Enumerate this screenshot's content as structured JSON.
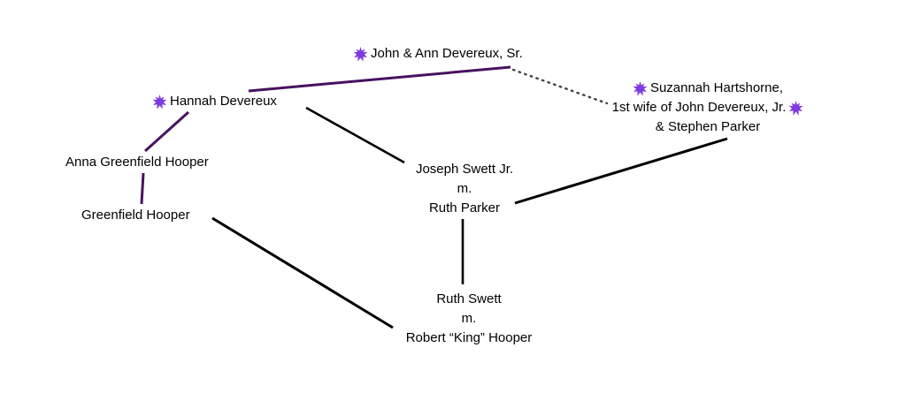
{
  "colors": {
    "leaf": "#7d3be0",
    "edge_purple": "#47125f",
    "edge_black": "#000000",
    "edge_dotted": "#444444"
  },
  "nodes": {
    "john_ann": {
      "label": "John & Ann Devereux, Sr."
    },
    "hannah": {
      "label": "Hannah Devereux"
    },
    "suzannah": {
      "line1": "Suzannah Hartshorne,",
      "line2": "1st wife of John Devereux, Jr.",
      "line3": "& Stephen Parker"
    },
    "anna": {
      "label": "Anna Greenfield Hooper"
    },
    "joseph": {
      "line1": "Joseph Swett Jr.",
      "line2": "m.",
      "line3": "Ruth Parker"
    },
    "greenfield": {
      "label": "Greenfield Hooper"
    },
    "ruth": {
      "line1": "Ruth Swett",
      "line2": "m.",
      "line3": "Robert “King” Hooper"
    }
  }
}
